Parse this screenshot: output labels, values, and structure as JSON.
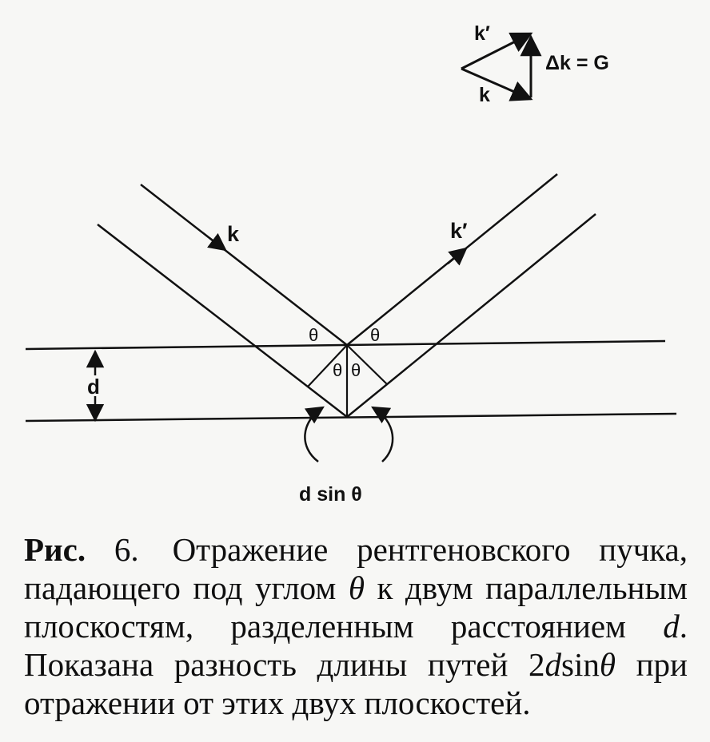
{
  "inset": {
    "k_prime_label": "k′",
    "k_label": "k",
    "equation": "Δk = G"
  },
  "diagram": {
    "incident_label": "k",
    "reflected_label": "k′",
    "theta_upper_left": "θ",
    "theta_upper_right": "θ",
    "theta_inner_left": "θ",
    "theta_inner_right": "θ",
    "spacing_label": "d",
    "path_difference_label": "d sin θ"
  },
  "caption": {
    "fig_word": "Рис.",
    "fig_number": "6.",
    "text_part1": "Отражение рентгеновского пучка, падающего под углом ",
    "theta_symbol": "θ",
    "text_part2": " к двум параллель­ным плоскостям, разделенным расстояни­ем ",
    "d_symbol": "d",
    "text_part3": ". Показана разность длины путей ",
    "path_two": "2",
    "path_d": "d",
    "path_sin": "sin",
    "path_theta": "θ",
    "text_part4": " при отражении от этих двух плоскостей."
  }
}
